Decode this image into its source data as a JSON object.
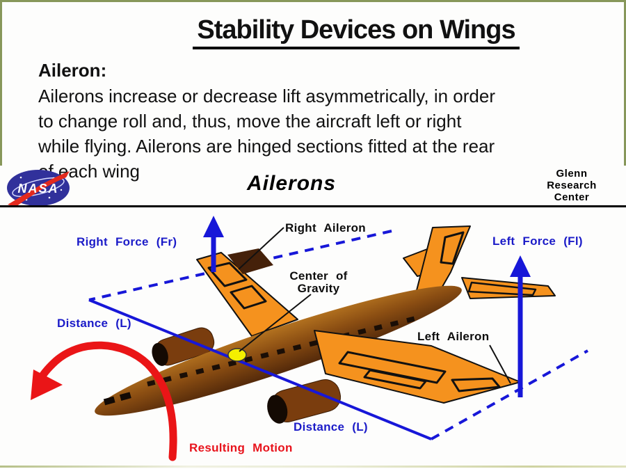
{
  "slide": {
    "title": "Stability Devices on Wings",
    "body": {
      "heading": "Aileron:",
      "lines": [
        "Ailerons increase or decrease lift asymmetrically, in order",
        "to change roll and, thus, move the aircraft left or right",
        "while flying. Ailerons are hinged sections fitted at the rear",
        "of each wing"
      ]
    }
  },
  "figure": {
    "heading": "Ailerons",
    "nasa_text": "NASA",
    "org": {
      "line1": "Glenn",
      "line2": "Research",
      "line3": "Center"
    },
    "labels": {
      "right_aileron": "Right Aileron",
      "right_force": "Right Force (Fr)",
      "left_force": "Left Force (Fl)",
      "cg_line1": "Center of",
      "cg_line2": "Gravity",
      "distance_left": "Distance (L)",
      "distance_bottom": "Distance (L)",
      "left_aileron": "Left Aileron",
      "resulting_motion": "Resulting Motion"
    },
    "colors": {
      "annotation_blue": "#1717d8",
      "annotation_red": "#ea1517",
      "wing_orange": "#f5921e",
      "fuselage_brown": "#8a4d12",
      "cg_yellow": "#f4ef00",
      "border_olive": "#87975a"
    }
  }
}
